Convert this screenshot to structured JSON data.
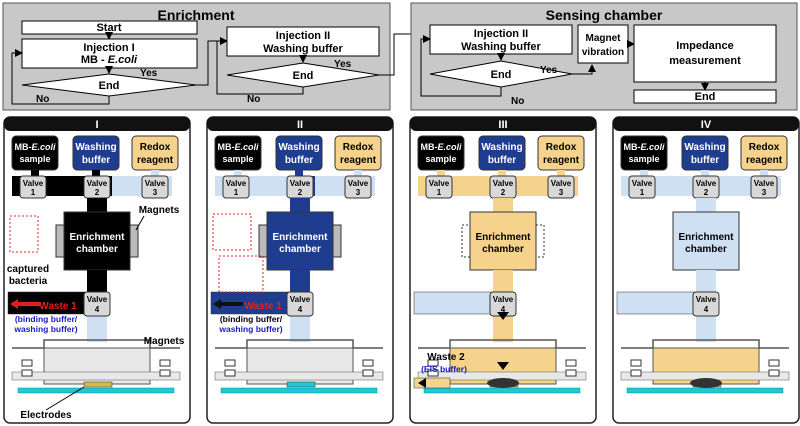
{
  "flow": {
    "enrichment": {
      "title": "Enrichment",
      "start": "Start",
      "inj1_line1": "Injection I",
      "inj1_line2_prefix": "MB - ",
      "inj1_line2_italic": "E.coli",
      "end1": "End",
      "yes1": "Yes",
      "no1": "No",
      "inj2_line1": "Injection II",
      "inj2_line2": "Washing buffer",
      "end2": "End",
      "yes2": "Yes",
      "no2": "No"
    },
    "sensing": {
      "title": "Sensing chamber",
      "inj2_line1": "Injection II",
      "inj2_line2": "Washing buffer",
      "end": "End",
      "yes": "Yes",
      "no": "No",
      "magnet_line1": "Magnet",
      "magnet_line2": "vibration",
      "imp_line1": "Impedance",
      "imp_line2": "measurement",
      "final_end": "End"
    }
  },
  "panels": [
    {
      "numeral": "I"
    },
    {
      "numeral": "II"
    },
    {
      "numeral": "III"
    },
    {
      "numeral": "IV"
    }
  ],
  "reagents": {
    "sample_prefix": "MB-",
    "sample_italic": "E.coli",
    "sample_line2": "sample",
    "washing_line1": "Washing",
    "washing_line2": "buffer",
    "redox_line1": "Redox",
    "redox_line2": "reagent"
  },
  "valves": {
    "label": "Valve",
    "v1": "1",
    "v2": "2",
    "v3": "3",
    "v4": "4"
  },
  "chamber": {
    "line1": "Enrichment",
    "line2": "chamber"
  },
  "annotations": {
    "magnets": "Magnets",
    "captured_line1": "captured",
    "captured_line2": "bacteria",
    "waste1": "Waste 1",
    "binding_buffer": "(binding buffer/",
    "washing_buffer": "washing buffer)",
    "electrodes": "Electrodes",
    "waste2": "Waste 2",
    "eis_buffer": "(EIS buffer)"
  },
  "colors": {
    "grey_panel": "#c8c8c8",
    "black_fluid": "#000000",
    "blue_fluid": "#1f3d8f",
    "yellow_fluid": "#f6d38c",
    "lightblue_fluid": "#cfe0f3",
    "redox_box": "#f6d38c",
    "electrode": "#22c6d6",
    "waste_red": "#e02020",
    "waste_blue": "#1a1ac8"
  }
}
